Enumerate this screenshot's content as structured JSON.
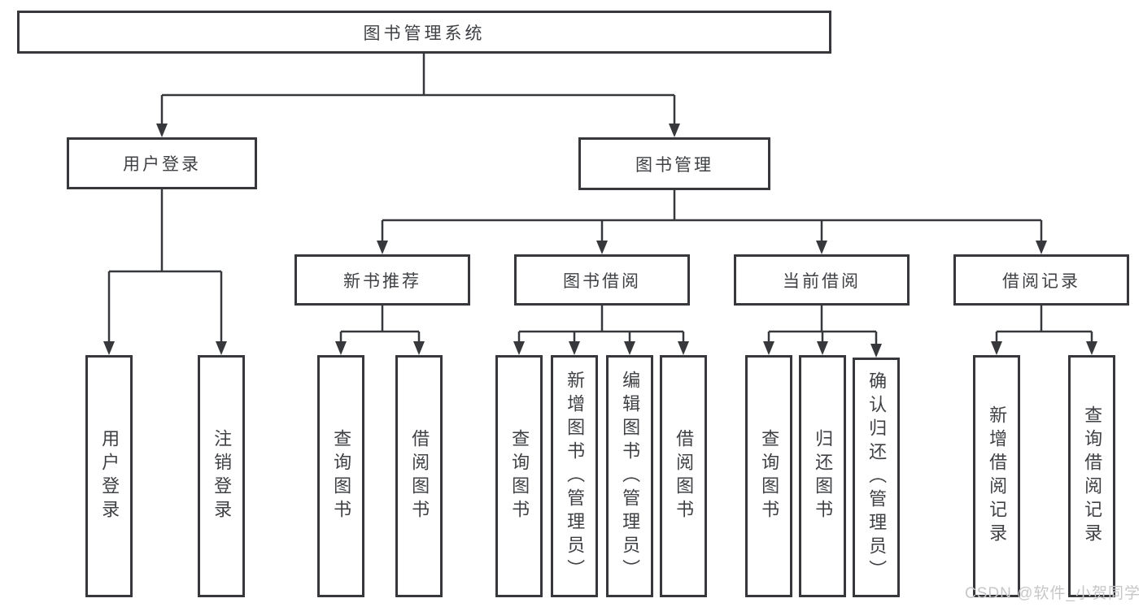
{
  "diagram": {
    "root": {
      "label": "图书管理系统"
    },
    "level2": [
      {
        "label": "用户登录"
      },
      {
        "label": "图书管理"
      }
    ],
    "level3": [
      {
        "label": "新书推荐"
      },
      {
        "label": "图书借阅"
      },
      {
        "label": "当前借阅"
      },
      {
        "label": "借阅记录"
      }
    ],
    "leaves": {
      "user_login": [
        "用户登录",
        "注销登录"
      ],
      "new_books": [
        "查询图书",
        "借阅图书"
      ],
      "book_borrow": [
        "查询图书",
        "新增图书（管理员）",
        "编辑图书（管理员）",
        "借阅图书"
      ],
      "current_borrow": [
        "查询图书",
        "归还图书",
        "确认归还（管理员）"
      ],
      "borrow_records": [
        "新增借阅记录",
        "查询借阅记录"
      ]
    }
  },
  "watermark": {
    "text": "CSDN @软件_小贺同学"
  },
  "colors": {
    "line": "#36383b",
    "text": "#3f4145",
    "watermark": "#c7c7c9",
    "background": "#ffffff"
  }
}
